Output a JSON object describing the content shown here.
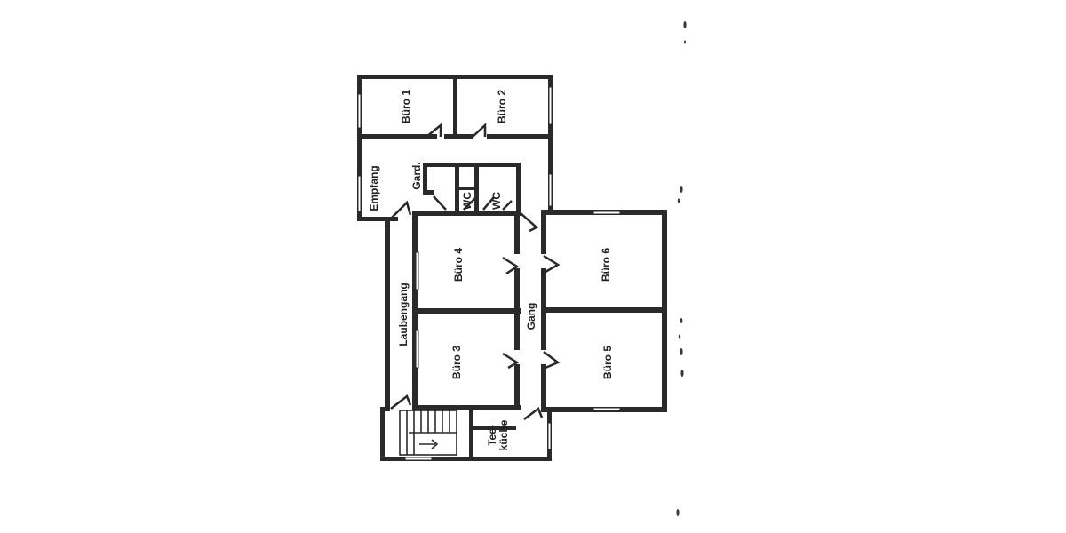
{
  "rooms": {
    "buero1": "Büro 1",
    "buero2": "Büro 2",
    "empfang": "Empfang",
    "gard": "Gard.",
    "wc1": "WC",
    "wc2": "WC",
    "buero4": "Büro 4",
    "buero3": "Büro 3",
    "buero6": "Büro 6",
    "buero5": "Büro 5",
    "laubengang": "Laubengang",
    "gang": "Gang",
    "teekueche_line1": "Tee-",
    "teekueche_line2": "küche"
  }
}
